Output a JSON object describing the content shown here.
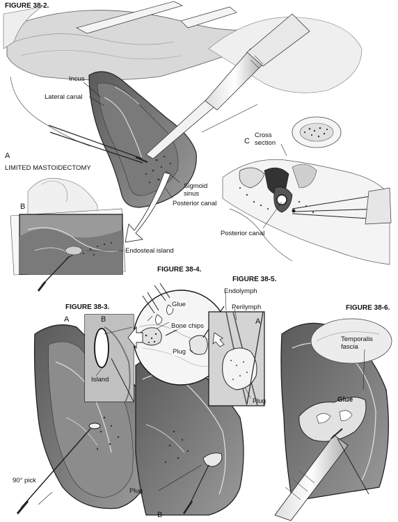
{
  "figures": {
    "fig_38_2": "FIGURE 38-2.",
    "fig_38_3": "FIGURE 38-3.",
    "fig_38_4": "FIGURE 38-4.",
    "fig_38_5": "FIGURE 38-5.",
    "fig_38_6": "FIGURE 38-6."
  },
  "fig_38_2": {
    "panel_a": "A",
    "panel_a_caption": "LIMITED MASTOIDECTOMY",
    "panel_b": "B",
    "panel_c": "C",
    "incus": "Incus",
    "lateral_canal": "Lateral canal",
    "sigmoid_sinus": "Sigmoid sinus",
    "posterior_canal": "Posterior canal",
    "cross_section": "Cross section",
    "posterior_canal_c": "Posterior canal",
    "endosteal_island": "Endosteal island"
  },
  "fig_38_3": {
    "panel_a": "A",
    "panel_b": "B",
    "island": "Island",
    "pick": "90° pick"
  },
  "fig_38_4": {
    "glue": "Glue",
    "bone_chips": "Bone chips",
    "plug": "Plug",
    "plug_lower": "Plug",
    "panel_b": "B"
  },
  "fig_38_5": {
    "endolymph": "Endolymph",
    "perilymph": "Perilymph",
    "panel_a": "A",
    "plug": "Plug"
  },
  "fig_38_6": {
    "temporalis_fascia": "Temporalis fascia",
    "glue": "Glue"
  }
}
